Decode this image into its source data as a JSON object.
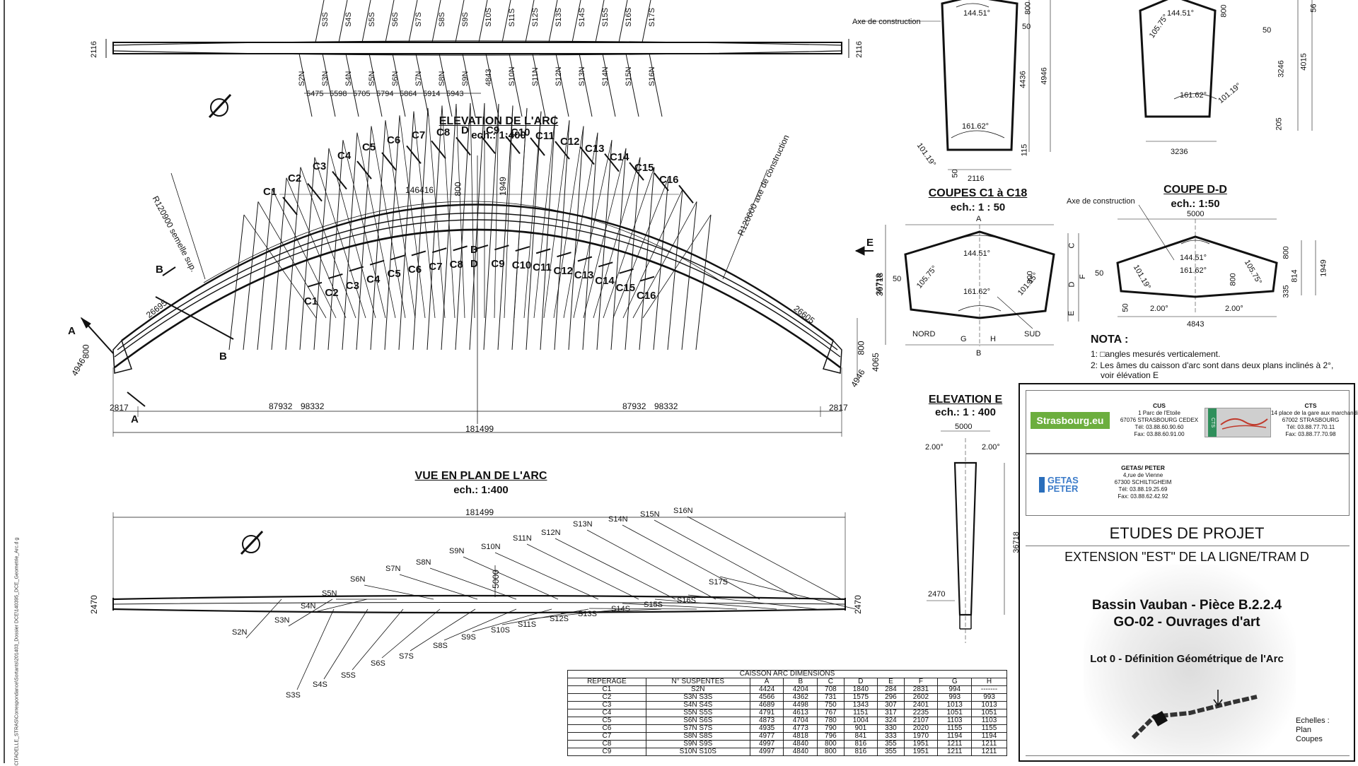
{
  "elevation_arc": {
    "title": "ELEVATION DE L'ARC",
    "scale": "ech.: 1:400"
  },
  "plan_arc": {
    "title": "VUE EN PLAN DE L'ARC",
    "scale": "ech.: 1:400"
  },
  "coupes_c": {
    "title": "COUPES C1 à C18",
    "scale": "ech.: 1 : 50"
  },
  "coupe_d": {
    "title": "COUPE D-D",
    "scale": "ech.: 1:50"
  },
  "elevation_e": {
    "title": "ELEVATION E",
    "scale": "ech.: 1 : 400"
  },
  "top_strip": {
    "hangers_s": [
      "S3S",
      "S4S",
      "S5S",
      "S6S",
      "S7S",
      "S8S",
      "S9S",
      "S10S",
      "S11S",
      "S12S",
      "S13S",
      "S14S",
      "S15S",
      "S16S",
      "S17S"
    ],
    "hangers_n": [
      "S2N",
      "S3N",
      "S4N",
      "S5N",
      "S6N",
      "S7N",
      "S8N",
      "S9N",
      "4843",
      "S10N",
      "S11N",
      "S12N",
      "S13N",
      "S14N",
      "S15N",
      "S16N"
    ],
    "spacings": [
      "5475",
      "5598",
      "5705",
      "5794",
      "5864",
      "5914",
      "5943"
    ],
    "end_dim": "2116"
  },
  "elevation": {
    "sections_top": [
      "C1",
      "C2",
      "C3",
      "C4",
      "C5",
      "C6",
      "C7",
      "C8",
      "D",
      "C9",
      "C10",
      "C11",
      "C12",
      "C13",
      "C14",
      "C15",
      "C16"
    ],
    "sections_low": [
      "C1",
      "C2",
      "C3",
      "C4",
      "C5",
      "C6",
      "C7",
      "C8",
      "D",
      "C9",
      "C10",
      "C11",
      "C12",
      "C13",
      "C14",
      "C15",
      "C16"
    ],
    "chord": "146416",
    "crown_800": "800",
    "crown_1949": "1949",
    "radius_left": "R120900 semelle sup.",
    "radius_right": "R120000 axe de construction",
    "len_left": "26695",
    "len_right": "26605",
    "mark_a": "A",
    "mark_b": "B",
    "mark_d": "D",
    "mark_e": "E",
    "d800_left": "800",
    "d4946": "4946",
    "d800_right": "800",
    "d4946_right": "4946",
    "d4065": "4065",
    "d36718": "36718",
    "d2817": "2817",
    "d87932": "87932",
    "d98332": "98332",
    "d181499": "181499"
  },
  "plan": {
    "total": "181499",
    "width": "5000",
    "end": "2470",
    "n_labels": [
      "S2N",
      "S3N",
      "S4N",
      "S5N",
      "S6N",
      "S7N",
      "S8N",
      "S9N",
      "S10N",
      "S11N",
      "S12N",
      "S13N",
      "S14N",
      "S15N",
      "S16N"
    ],
    "s_labels": [
      "S3S",
      "S4S",
      "S5S",
      "S6S",
      "S7S",
      "S8S",
      "S9S",
      "S10S",
      "S11S",
      "S12S",
      "S13S",
      "S14S",
      "S15S",
      "S16S",
      "S17S"
    ]
  },
  "section_top": {
    "axe": "Axe de construction",
    "angle_top": "144.51°",
    "angle_side": "105.75°",
    "angle_bottom": "161.62°",
    "angle_right": "101.19°",
    "angle_left": "101.19°",
    "d800": "800",
    "d50": "50",
    "d4436": "4436",
    "d4946": "4946",
    "d115": "115",
    "d2116": "2116",
    "d3246": "3246",
    "d4015": "4015",
    "d205": "205",
    "d3236": "3236",
    "d56": "56"
  },
  "coupe_c_dims": {
    "a": "A",
    "b": "B",
    "c": "C",
    "d": "D",
    "e": "E",
    "f": "F",
    "g": "G",
    "h": "H",
    "angle_top": "144.51°",
    "angle_left": "105.75°",
    "angle_bottom": "161.62°",
    "angle_right": "101.15°",
    "d800": "800",
    "d50": "50",
    "nord": "NORD",
    "sud": "SUD",
    "d36718": "36718"
  },
  "coupe_d_dims": {
    "axe": "Axe de construction",
    "w5000": "5000",
    "w4843": "4843",
    "angle_top": "144.51°",
    "angle_left": "101.19°",
    "angle_right": "105.75°",
    "angle_bottom": "161.62°",
    "d800": "800",
    "d800b": "800",
    "d335": "335",
    "d814": "814",
    "d1949": "1949",
    "d50": "50",
    "d50b": "50",
    "slope_l": "2.00°",
    "slope_r": "2.00°"
  },
  "nota": {
    "title": "NOTA :",
    "line1": "1: □angles mesurés verticalement.",
    "line2": "2: Les âmes du caisson d'arc sont dans deux plans inclinés à 2°,",
    "line3": "voir élévation E"
  },
  "elev_e_dims": {
    "d5000": "5000",
    "slope_l": "2.00°",
    "slope_r": "2.00°",
    "d36718": "36718",
    "d2470": "2470"
  },
  "titleblock": {
    "cus_logo": "Strasbourg.eu",
    "cus_name": "CUS",
    "cus_l1": "1 Parc de l'Etoile",
    "cus_l2": "67076 STRASBOURG CEDEX",
    "cus_l3": "Tél: 03.88.60.90.60",
    "cus_l4": "Fax: 03.88.60.91.00",
    "cts_logo": "CTS",
    "cts_name": "CTS",
    "cts_l1": "14 place de la gare aux marchandises",
    "cts_l2": "67002 STRASBOURG",
    "cts_l3": "Tél: 03.88.77.70.11",
    "cts_l4": "Fax: 03.88.77.70.98",
    "getas_logo_1": "GETAS",
    "getas_logo_2": "PETER",
    "getas_name": "GETAS/ PETER",
    "getas_l1": "4,rue de Vienne",
    "getas_l2": "67300 SCHILTIGHEIM",
    "getas_l3": "Tél: 03.88.19.25.69",
    "getas_l4": "Fax: 03.88.62.42.92",
    "etudes": "ETUDES DE PROJET",
    "extension": "EXTENSION \"EST\" DE LA LIGNE/TRAM D",
    "bassin": "Bassin Vauban - Pièce B.2.2.4",
    "go02": "GO-02 - Ouvrages d'art",
    "lot": "Lot 0 - Définition Géométrique de l'Arc",
    "echelles": "Echelles :",
    "plan": "Plan",
    "coupes": "Coupes"
  },
  "margin_text": "CITADELLE_STRAS\\Correspondance\\Sortants\\201403_Dossier DCE\\140395_DCE_Geometrie_Arc.d g",
  "table": {
    "caption": "CAISSON ARC   DIMENSIONS",
    "headers": [
      "REPERAGE",
      "N° SUSPENTES",
      "A",
      "B",
      "C",
      "D",
      "E",
      "F",
      "G",
      "H"
    ],
    "rows": [
      [
        "C1",
        "S2N",
        "4424",
        "4204",
        "708",
        "1840",
        "284",
        "2831",
        "994",
        "-------"
      ],
      [
        "C2",
        "S3N S3S",
        "4566",
        "4362",
        "731",
        "1575",
        "296",
        "2602",
        "993",
        "993"
      ],
      [
        "C3",
        "S4N S4S",
        "4689",
        "4498",
        "750",
        "1343",
        "307",
        "2401",
        "1013",
        "1013"
      ],
      [
        "C4",
        "S5N S5S",
        "4791",
        "4613",
        "767",
        "1151",
        "317",
        "2235",
        "1051",
        "1051"
      ],
      [
        "C5",
        "S6N S6S",
        "4873",
        "4704",
        "780",
        "1004",
        "324",
        "2107",
        "1103",
        "1103"
      ],
      [
        "C6",
        "S7N S7S",
        "4935",
        "4773",
        "790",
        "901",
        "330",
        "2020",
        "1155",
        "1155"
      ],
      [
        "C7",
        "S8N S8S",
        "4977",
        "4818",
        "796",
        "841",
        "333",
        "1970",
        "1194",
        "1194"
      ],
      [
        "C8",
        "S9N S9S",
        "4997",
        "4840",
        "800",
        "816",
        "355",
        "1951",
        "1211",
        "1211"
      ],
      [
        "C9",
        "S10N S10S",
        "4997",
        "4840",
        "800",
        "816",
        "355",
        "1951",
        "1211",
        "1211"
      ]
    ]
  }
}
